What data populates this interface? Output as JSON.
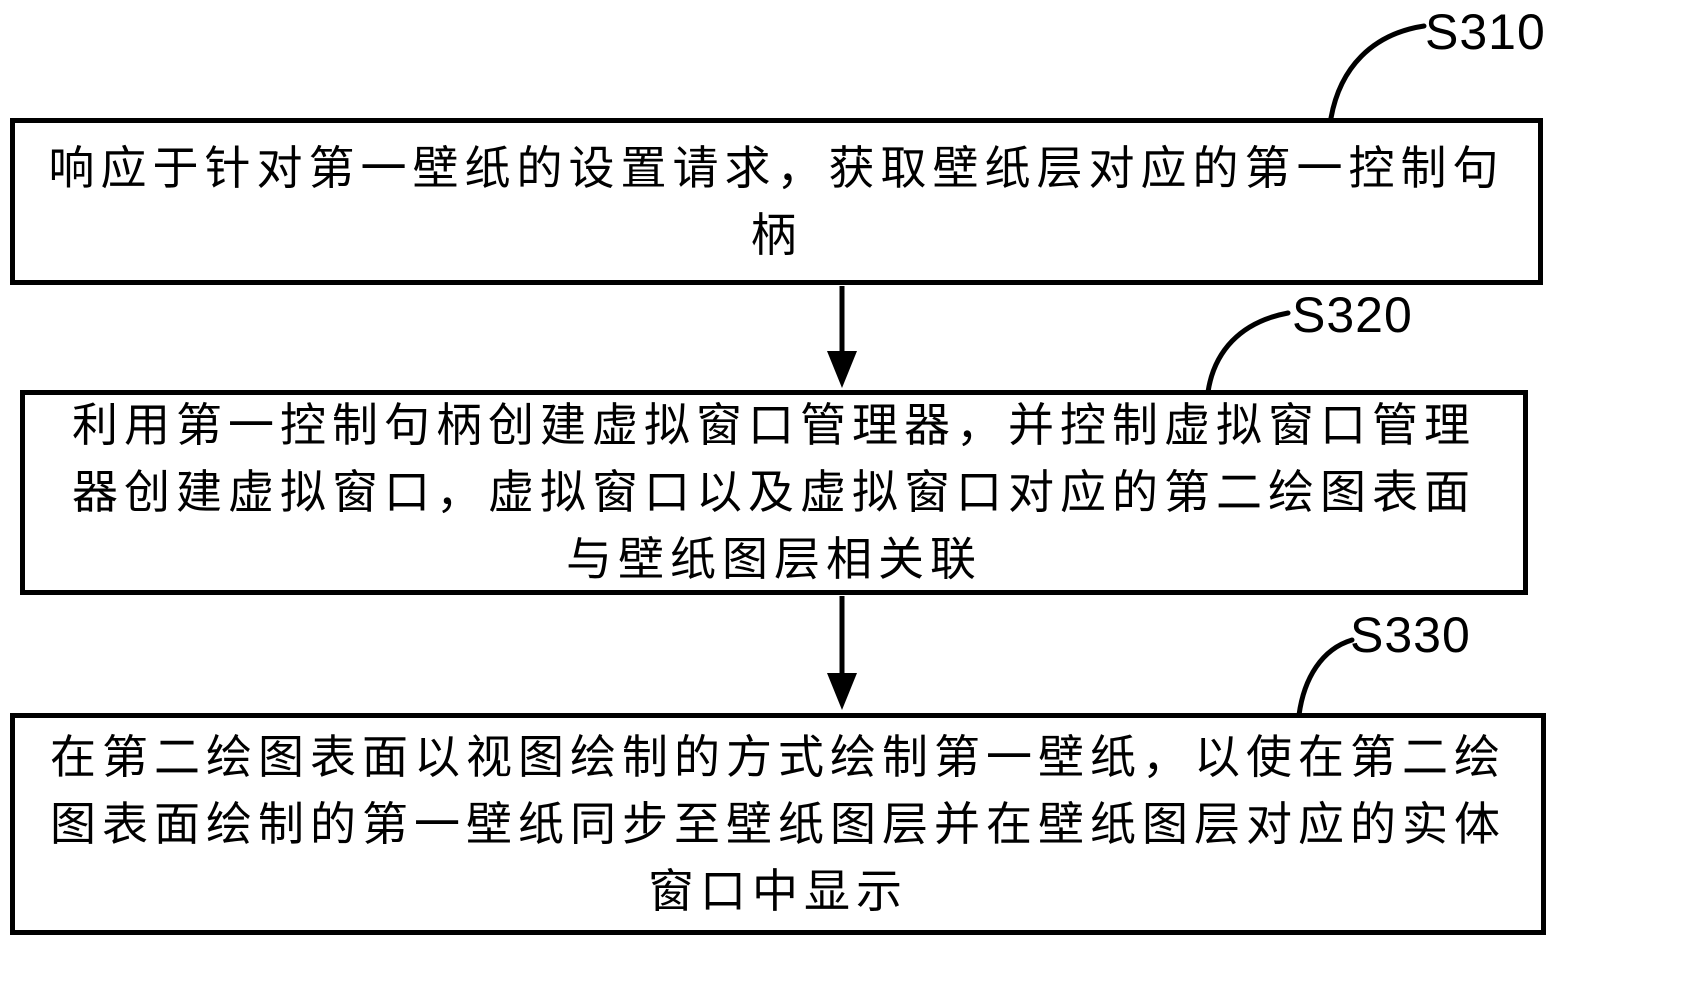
{
  "figure": {
    "type": "flowchart",
    "colors": {
      "line": "#000000",
      "background": "#ffffff",
      "text": "#000000"
    },
    "steps": [
      {
        "label": "S310",
        "lines": [
          "响应于针对第一壁纸的设置请求，获取壁纸层对应的第一控制句",
          "柄"
        ]
      },
      {
        "label": "S320",
        "lines": [
          "利用第一控制句柄创建虚拟窗口管理器，并控制虚拟窗口管理",
          "器创建虚拟窗口，虚拟窗口以及虚拟窗口对应的第二绘图表面",
          "与壁纸图层相关联"
        ]
      },
      {
        "label": "S330",
        "lines": [
          "在第二绘图表面以视图绘制的方式绘制第一壁纸，以使在第二绘",
          "图表面绘制的第一壁纸同步至壁纸图层并在壁纸图层对应的实体",
          "窗口中显示"
        ]
      }
    ]
  }
}
